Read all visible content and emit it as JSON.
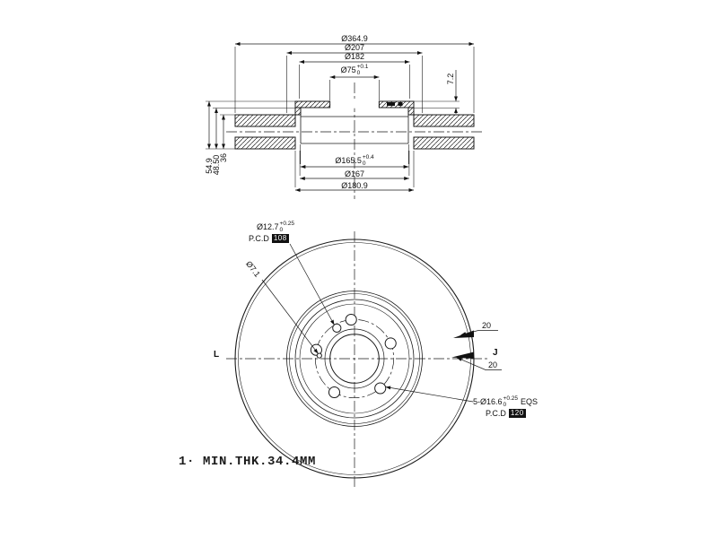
{
  "section_view": {
    "dia_outer": "Ø364.9",
    "dia_207": "Ø207",
    "dia_182": "Ø182",
    "dia_bore": "Ø75",
    "dia_bore_tol_sup": "+0.1",
    "dia_bore_tol_sub": "0",
    "flange_thk": "7.2",
    "dia_1655": "Ø165.5",
    "dia_1655_tol_sup": "+0.4",
    "dia_1655_tol_sub": "0",
    "dia_167": "Ø167",
    "dia_1809": "Ø180.9",
    "height_total": "54.9",
    "height_mid": "48.50",
    "disc_thk": "36"
  },
  "front_view": {
    "pin_hole": "Ø12.7",
    "pin_tol_sup": "+0.25",
    "pin_tol_sub": "0",
    "pin_pcd_label": "P.C.D",
    "pin_pcd": "108",
    "small_hole": "Ø7.1",
    "bolt_holes": "5-Ø16.6",
    "bolt_tol_sup": "+0.25",
    "bolt_tol_sub": "0",
    "bolt_eqs": "EQS",
    "bolt_pcd_label": "P.C.D",
    "bolt_pcd": "120",
    "slot_top": "20",
    "slot_bottom": "20",
    "sec_left": "L",
    "sec_right": "J"
  },
  "note": "1· MIN.THK.34.4MM"
}
